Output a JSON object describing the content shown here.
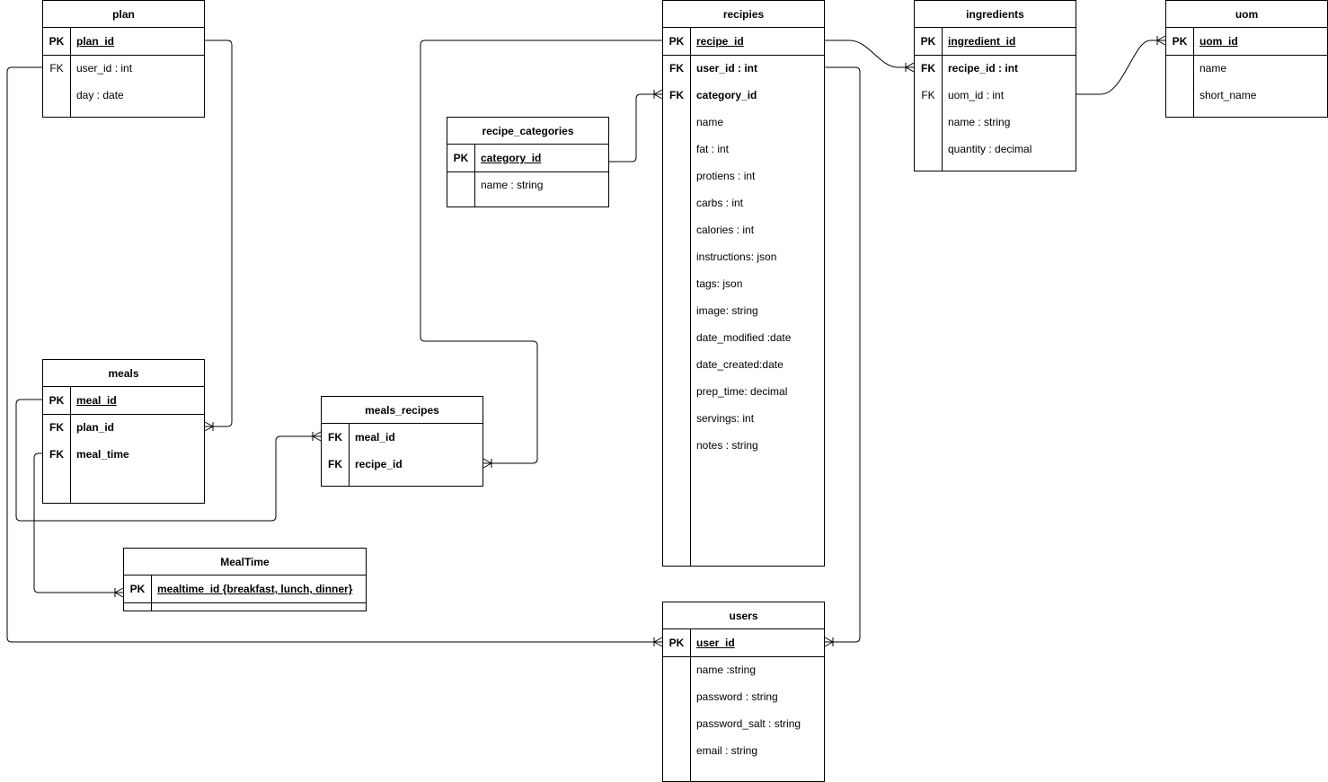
{
  "entities": [
    {
      "id": "plan",
      "title": "plan",
      "rows": [
        {
          "key": "PK",
          "field": "plan_id",
          "bold": true,
          "underline": true
        },
        {
          "key": "FK",
          "field": "user_id : int"
        },
        {
          "key": "",
          "field": "day : date"
        }
      ]
    },
    {
      "id": "meals",
      "title": "meals",
      "rows": [
        {
          "key": "PK",
          "field": "meal_id",
          "bold": true,
          "underline": true
        },
        {
          "key": "FK",
          "field": "plan_id",
          "bold": true
        },
        {
          "key": "FK",
          "field": "meal_time",
          "bold": true
        }
      ]
    },
    {
      "id": "meals_recipes",
      "title": "meals_recipes",
      "rows": [
        {
          "key": "FK",
          "field": "meal_id",
          "bold": true
        },
        {
          "key": "FK",
          "field": "recipe_id",
          "bold": true
        }
      ]
    },
    {
      "id": "mealtime",
      "title": "MealTime",
      "rows": [
        {
          "key": "PK",
          "field": "mealtime_id {breakfast, lunch, dinner}",
          "bold": true,
          "underline": true
        }
      ]
    },
    {
      "id": "recipe_categories",
      "title": "recipe_categories",
      "rows": [
        {
          "key": "PK",
          "field": "category_id",
          "bold": true,
          "underline": true
        },
        {
          "key": "",
          "field": "name : string"
        }
      ]
    },
    {
      "id": "recipies",
      "title": "recipies",
      "rows": [
        {
          "key": "PK",
          "field": "recipe_id",
          "bold": true,
          "underline": true
        },
        {
          "key": "FK",
          "field": "user_id : int",
          "bold": true
        },
        {
          "key": "FK",
          "field": "category_id",
          "bold": true
        },
        {
          "key": "",
          "field": "name"
        },
        {
          "key": "",
          "field": "fat : int"
        },
        {
          "key": "",
          "field": "protiens : int"
        },
        {
          "key": "",
          "field": "carbs : int"
        },
        {
          "key": "",
          "field": "calories : int"
        },
        {
          "key": "",
          "field": "instructions: json"
        },
        {
          "key": "",
          "field": "tags: json"
        },
        {
          "key": "",
          "field": "image: string"
        },
        {
          "key": "",
          "field": "date_modified :date"
        },
        {
          "key": "",
          "field": "date_created:date"
        },
        {
          "key": "",
          "field": "prep_time: decimal"
        },
        {
          "key": "",
          "field": "servings: int"
        },
        {
          "key": "",
          "field": "notes : string"
        }
      ]
    },
    {
      "id": "ingredients",
      "title": "ingredients",
      "rows": [
        {
          "key": "PK",
          "field": "ingredient_id",
          "bold": true,
          "underline": true
        },
        {
          "key": "FK",
          "field": "recipe_id : int",
          "bold": true
        },
        {
          "key": "FK",
          "field": "uom_id : int"
        },
        {
          "key": "",
          "field": "name : string"
        },
        {
          "key": "",
          "field": "quantity : decimal"
        }
      ]
    },
    {
      "id": "uom",
      "title": "uom",
      "rows": [
        {
          "key": "PK",
          "field": "uom_id",
          "bold": true,
          "underline": true
        },
        {
          "key": "",
          "field": "name"
        },
        {
          "key": "",
          "field": "short_name"
        }
      ]
    },
    {
      "id": "users",
      "title": "users",
      "rows": [
        {
          "key": "PK",
          "field": "user_id",
          "bold": true,
          "underline": true
        },
        {
          "key": "",
          "field": "name :string"
        },
        {
          "key": "",
          "field": "password : string"
        },
        {
          "key": "",
          "field": "password_salt : string"
        },
        {
          "key": "",
          "field": "email : string"
        }
      ]
    }
  ],
  "relationships": [
    {
      "from": "plan.plan_id",
      "to": "meals.plan_id",
      "end": "many"
    },
    {
      "from": "plan.user_id",
      "to": "users.user_id",
      "end": "many"
    },
    {
      "from": "meals.meal_id",
      "to": "meals_recipes.meal_id",
      "end": "many"
    },
    {
      "from": "meals.meal_time",
      "to": "mealtime.mealtime_id",
      "end": "many"
    },
    {
      "from": "recipies.recipe_id",
      "to": "meals_recipes.recipe_id",
      "end": "many"
    },
    {
      "from": "recipe_categories.category_id",
      "to": "recipies.category_id",
      "end": "many"
    },
    {
      "from": "recipies.recipe_id",
      "to": "ingredients.recipe_id",
      "end": "many"
    },
    {
      "from": "ingredients.uom_id",
      "to": "uom.uom_id",
      "end": "many"
    },
    {
      "from": "recipies.user_id",
      "to": "users.user_id",
      "end": "many"
    }
  ]
}
